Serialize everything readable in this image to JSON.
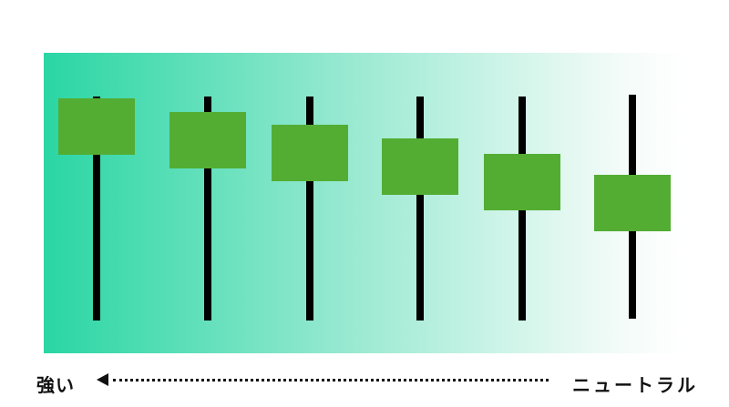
{
  "panel": {
    "gradient_start_color": "#2ad6a4",
    "gradient_end_color": "#ffffff"
  },
  "slider_style": {
    "track_color": "#000000",
    "knob_color": "#53ad33"
  },
  "sliders": [
    {
      "level": 1.0
    },
    {
      "level": 0.87
    },
    {
      "level": 0.74
    },
    {
      "level": 0.61
    },
    {
      "level": 0.48
    },
    {
      "level": 0.28
    }
  ],
  "scale": {
    "left_label": "強い",
    "right_label": "ニュートラル",
    "arrow_direction": "left"
  }
}
